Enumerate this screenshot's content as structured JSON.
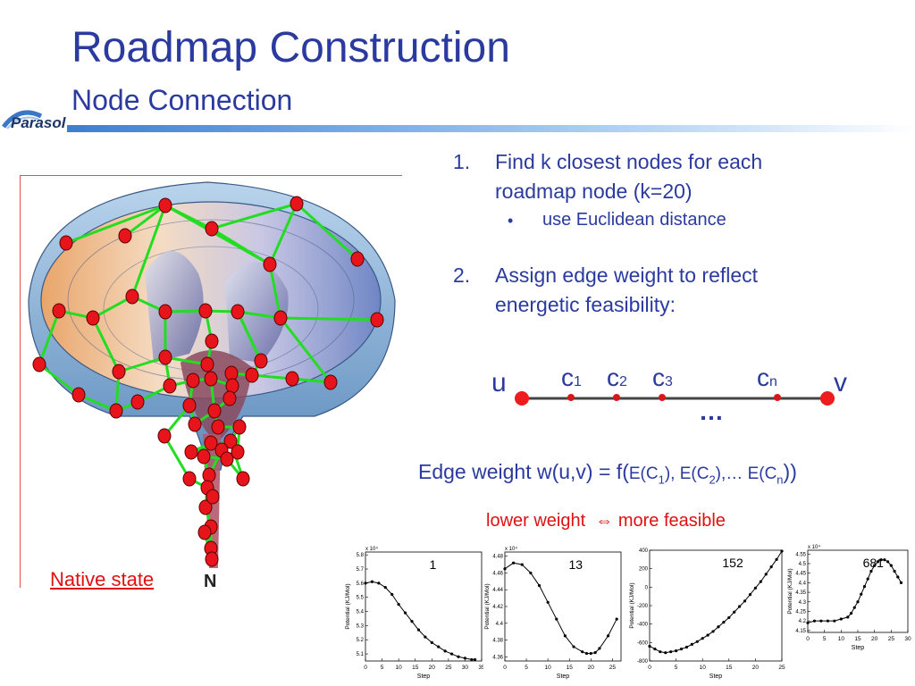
{
  "slide": {
    "title": "Roadmap Construction",
    "subtitle": "Node Connection",
    "logo_text": "Parasol"
  },
  "steps": [
    {
      "number": "1.",
      "line1": "Find k closest nodes for each",
      "line2": "roadmap node (k=20)",
      "bullet": "•",
      "sub": "use Euclidean distance"
    },
    {
      "number": "2.",
      "line1": "Assign edge weight to reflect",
      "line2": "energetic feasibility:"
    }
  ],
  "path_diagram": {
    "start": "u",
    "end": "v",
    "nodes": [
      {
        "c": "c",
        "sub": "1"
      },
      {
        "c": "c",
        "sub": "2"
      },
      {
        "c": "c",
        "sub": "3"
      },
      {
        "c": "c",
        "sub": "n"
      }
    ],
    "ellipsis": "…",
    "line_color": "#444444",
    "endpoint_color": "#ee1c1c"
  },
  "formula": {
    "prefix": "Edge weight w(u,v) = f(",
    "e1": "E(C",
    "s1": "1",
    "e1b": "),",
    "e2": " E(C",
    "s2": "2",
    "e2b": "),… ",
    "e3": "E(C",
    "s3": "n",
    "e3b": "))"
  },
  "feasibility": {
    "left": "lower weight",
    "arrow": "⇔",
    "right": "more feasible"
  },
  "native_state": {
    "label": "Native state",
    "marker": "N"
  },
  "landscape_colors": {
    "node": "#e8141c",
    "edge": "#22dd22",
    "rim": "#7fa9cf"
  },
  "plots": [
    {
      "label": "1",
      "ylabel": "Potential (KJ/Mol)",
      "xlabel": "Step",
      "exponent": "x 10⁴",
      "xticks": [
        0,
        5,
        10,
        15,
        20,
        25,
        30,
        35
      ],
      "yticks": [
        5.1,
        5.2,
        5.3,
        5.4,
        5.5,
        5.6,
        5.7,
        5.8
      ],
      "xlim": [
        0,
        35
      ],
      "ylim": [
        5.05,
        5.82
      ],
      "x": [
        0,
        2,
        4,
        6,
        8,
        10,
        12,
        14,
        16,
        18,
        20,
        22,
        24,
        26,
        28,
        30,
        32,
        33
      ],
      "y": [
        5.6,
        5.61,
        5.6,
        5.57,
        5.52,
        5.45,
        5.39,
        5.33,
        5.27,
        5.22,
        5.18,
        5.15,
        5.12,
        5.1,
        5.08,
        5.07,
        5.06,
        5.06
      ]
    },
    {
      "label": "13",
      "ylabel": "Potential (KJ/Mol)",
      "xlabel": "Step",
      "exponent": "x 10⁴",
      "xticks": [
        0,
        5,
        10,
        15,
        20,
        25
      ],
      "yticks": [
        4.36,
        4.38,
        4.4,
        4.42,
        4.44,
        4.46,
        4.48
      ],
      "xlim": [
        0,
        27
      ],
      "ylim": [
        4.355,
        4.485
      ],
      "x": [
        0,
        2,
        4,
        6,
        8,
        10,
        12,
        14,
        16,
        18,
        19,
        20,
        21,
        22,
        24,
        26
      ],
      "y": [
        4.465,
        4.472,
        4.47,
        4.46,
        4.445,
        4.425,
        4.405,
        4.385,
        4.372,
        4.366,
        4.364,
        4.364,
        4.365,
        4.37,
        4.385,
        4.405
      ]
    },
    {
      "label": "152",
      "ylabel": "Potential (KJ/Mol)",
      "xlabel": "Step",
      "exponent": "",
      "xticks": [
        0,
        5,
        10,
        15,
        20,
        25
      ],
      "yticks": [
        -800,
        -600,
        -400,
        -200,
        0,
        200,
        400
      ],
      "xlim": [
        0,
        25
      ],
      "ylim": [
        -800,
        400
      ],
      "x": [
        0,
        1,
        2,
        3,
        4,
        5,
        6,
        7,
        8,
        9,
        10,
        11,
        12,
        13,
        14,
        15,
        16,
        17,
        18,
        19,
        20,
        21,
        22,
        23,
        24,
        25
      ],
      "y": [
        -640,
        -670,
        -700,
        -710,
        -700,
        -690,
        -670,
        -650,
        -620,
        -590,
        -555,
        -520,
        -480,
        -430,
        -380,
        -330,
        -270,
        -210,
        -150,
        -80,
        -10,
        60,
        140,
        220,
        300,
        390
      ]
    },
    {
      "label": "681",
      "ylabel": "Potential (KJ/Mol)",
      "xlabel": "Step",
      "exponent": "x 10⁴",
      "xticks": [
        0,
        5,
        10,
        15,
        20,
        25,
        30
      ],
      "yticks": [
        4.15,
        4.2,
        4.25,
        4.3,
        4.35,
        4.4,
        4.45,
        4.5,
        4.55
      ],
      "xlim": [
        0,
        30
      ],
      "ylim": [
        4.14,
        4.57
      ],
      "x": [
        0,
        2,
        4,
        6,
        8,
        10,
        12,
        13,
        14,
        15,
        16,
        17,
        18,
        19,
        20,
        21,
        22,
        23,
        24,
        25,
        26,
        27,
        28
      ],
      "y": [
        4.19,
        4.2,
        4.2,
        4.2,
        4.2,
        4.21,
        4.22,
        4.24,
        4.27,
        4.3,
        4.34,
        4.38,
        4.42,
        4.46,
        4.49,
        4.51,
        4.52,
        4.52,
        4.51,
        4.49,
        4.46,
        4.43,
        4.4
      ]
    }
  ]
}
